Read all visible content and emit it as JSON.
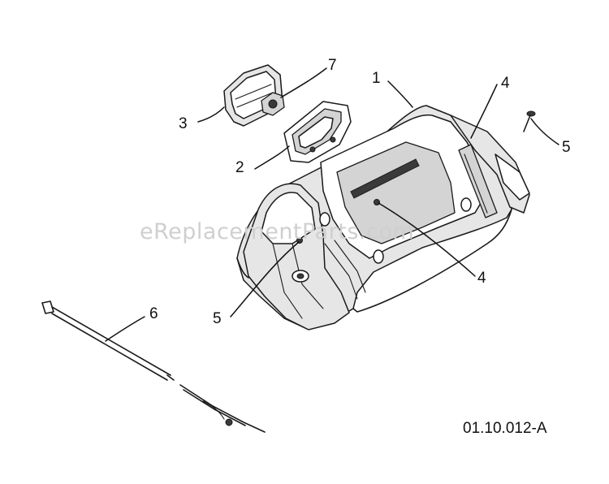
{
  "diagram": {
    "watermark": "eReplacementParts.com",
    "drawing_id": "01.10.012-A",
    "callouts": {
      "c1": "1",
      "c2": "2",
      "c3": "3",
      "c4a": "4",
      "c4b": "4",
      "c5a": "5",
      "c5b": "5",
      "c6": "6",
      "c7": "7"
    }
  }
}
